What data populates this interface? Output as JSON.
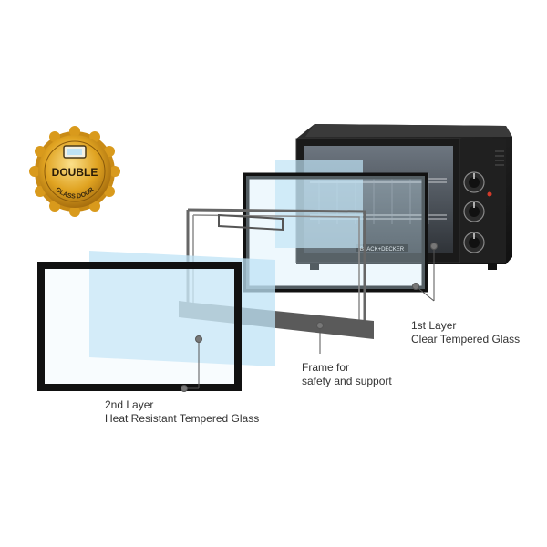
{
  "badge": {
    "line1": "DOUBLE",
    "line2": "GLASS DOOR",
    "color_gold": "#e0a321",
    "color_dark": "#3a2a10"
  },
  "oven": {
    "brand": "BLACK+DECKER",
    "body_color": "#1c1c1c"
  },
  "callouts": {
    "first_layer": {
      "line1": "1st Layer",
      "line2": "Clear Tempered Glass"
    },
    "frame": {
      "line1": "Frame for",
      "line2": "safety and support"
    },
    "second_layer": {
      "line1": "2nd Layer",
      "line2": "Heat Resistant Tempered Glass"
    }
  },
  "colors": {
    "glass_tint": "#bfe3f5",
    "frame_gray": "#5a5a5a",
    "border_black": "#111111"
  }
}
